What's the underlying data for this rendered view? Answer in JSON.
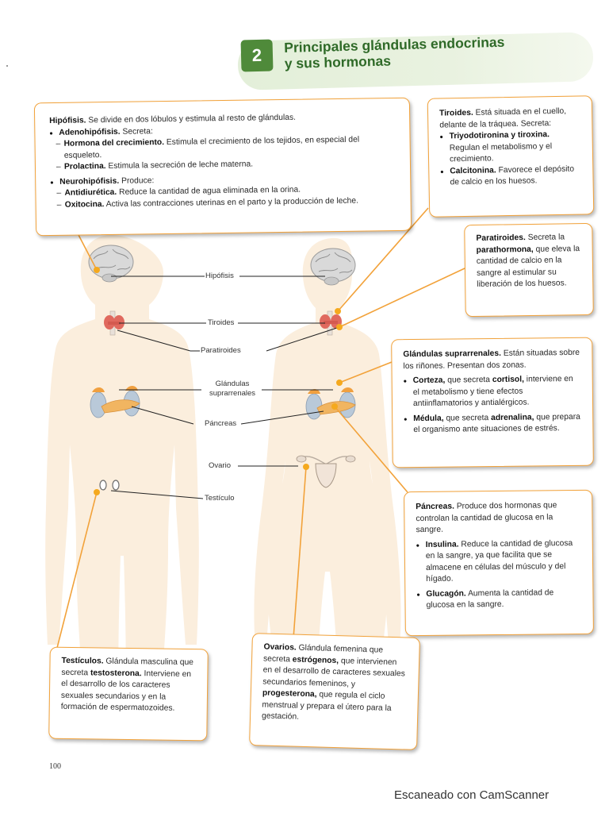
{
  "title": {
    "number": "2",
    "line1": "Principales glándulas endocrinas",
    "line2": "y sus hormonas"
  },
  "hipofisis_box": {
    "lead_title": "Hipófisis.",
    "lead_text": " Se divide en dos lóbulos y estimula al resto de glándulas.",
    "adeno_title": "Adenohipófisis.",
    "adeno_text": " Secreta:",
    "crec_title": "Hormona del crecimiento.",
    "crec_text": " Estimula el crecimiento de los tejidos, en especial del esqueleto.",
    "prol_title": "Prolactina.",
    "prol_text": " Estimula la secreción de leche materna.",
    "neuro_title": "Neurohipófisis.",
    "neuro_text": " Produce:",
    "anti_title": "Antidiurética.",
    "anti_text": " Reduce la cantidad de agua eliminada en la orina.",
    "oxi_title": "Oxitocina.",
    "oxi_text": " Activa las contracciones uterinas en el parto y la producción de leche."
  },
  "tiroides_box": {
    "lead_title": "Tiroides.",
    "lead_text": " Está situada en el cuello, delante de la tráquea. Secreta:",
    "t3_title": "Triyodotironina y tiroxina.",
    "t3_text": " Regulan el metabolismo y el crecimiento.",
    "calc_title": "Calcitonina.",
    "calc_text": " Favorece el depósito de calcio en los huesos."
  },
  "paratiroides_box": {
    "lead_title": "Paratiroides.",
    "text1": " Secreta la ",
    "hormone": "parathormona,",
    "text2": " que eleva la cantidad de calcio en la sangre al estimular su liberación de los huesos."
  },
  "suprarrenales_box": {
    "lead_title": "Glándulas suprarrenales.",
    "lead_text": " Están situadas sobre los riñones. Presentan dos zonas.",
    "corteza_title": "Corteza,",
    "corteza_text1": " que secreta ",
    "corteza_hormone": "cortisol,",
    "corteza_text2": " interviene en el metabolismo y tiene efectos antiinflamatorios y antialérgicos.",
    "medula_title": "Médula,",
    "medula_text1": " que secreta ",
    "medula_hormone": "adrenalina,",
    "medula_text2": " que prepara el organismo ante situaciones de estrés."
  },
  "pancreas_box": {
    "lead_title": "Páncreas.",
    "lead_text": " Produce dos hormonas que controlan la cantidad de glucosa en la sangre.",
    "ins_title": "Insulina.",
    "ins_text": " Reduce la cantidad de glucosa en la sangre, ya que facilita que se almacene en células del músculo y del hígado.",
    "glu_title": "Glucagón.",
    "glu_text": " Aumenta la cantidad de glucosa en la sangre."
  },
  "testiculos_box": {
    "lead_title": "Testículos.",
    "text1": " Glándula masculina que secreta ",
    "hormone": "testosterona.",
    "text2": " Interviene en el desarrollo de los caracteres sexuales secundarios y en la formación de espermatozoides."
  },
  "ovarios_box": {
    "lead_title": "Ovarios.",
    "text1": " Glándula femenina que secreta ",
    "hormone1": "estrógenos,",
    "text2": " que intervienen en el desarrollo de caracteres sexuales secundarios femeninos, y ",
    "hormone2": "progesterona,",
    "text3": " que regula el ciclo menstrual y prepara el útero para la gestación."
  },
  "diagram_labels": {
    "hipofisis": "Hipófisis",
    "tiroides": "Tiroides",
    "paratiroides": "Paratiroides",
    "suprarrenales_1": "Glándulas",
    "suprarrenales_2": "suprarrenales",
    "pancreas": "Páncreas",
    "ovario": "Ovario",
    "testiculo": "Testículo"
  },
  "page_number": "100",
  "watermark": "Escaneado con CamScanner",
  "colors": {
    "accent_orange": "#f2a23a",
    "title_green": "#2f6a28",
    "badge_green": "#4f8a3a",
    "body_skin": "#fbeedd"
  }
}
